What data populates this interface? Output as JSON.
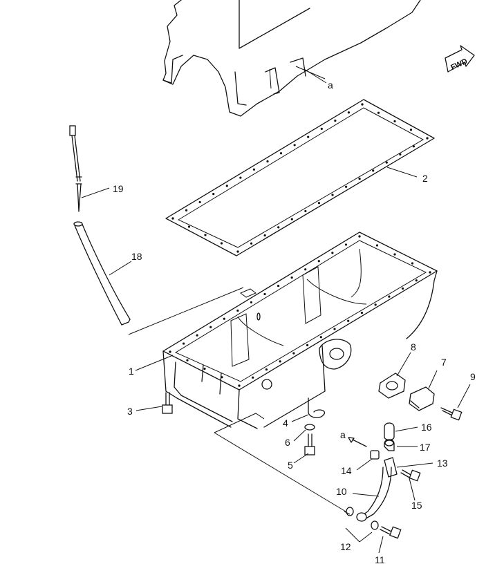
{
  "direction_marker": "FWD",
  "reference_mark": "a",
  "callouts": {
    "c1": "1",
    "c2": "2",
    "c3": "3",
    "c4": "4",
    "c5": "5",
    "c6": "6",
    "c7": "7",
    "c8": "8",
    "c9": "9",
    "c10": "10",
    "c11": "11",
    "c12": "12",
    "c13": "13",
    "c14": "14",
    "c15": "15",
    "c16": "16",
    "c17": "17",
    "c18": "18",
    "c19": "19"
  }
}
